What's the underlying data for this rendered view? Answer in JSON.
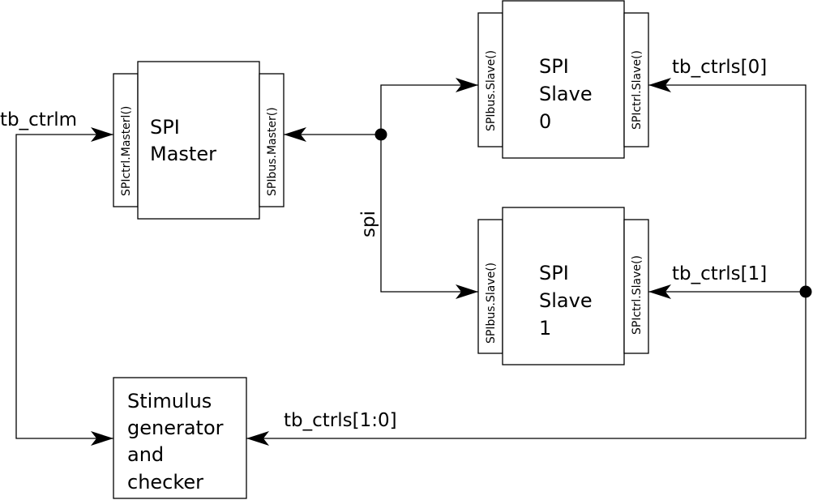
{
  "master": {
    "line1": "SPI",
    "line2": "Master",
    "port_left": "SPIctrl.Masterl()",
    "port_right": "SPIbus.Master()"
  },
  "slave0": {
    "line1": "SPI",
    "line2": "Slave",
    "line3": "0",
    "port_left": "SPIbus.Slave()",
    "port_right": "SPIctrl.Slave()"
  },
  "slave1": {
    "line1": "SPI",
    "line2": "Slave",
    "line3": "1",
    "port_left": "SPIbus.Slave()",
    "port_right": "SPIctrl.Slave()"
  },
  "stimulus": {
    "line1": "Stimulus",
    "line2": "generator",
    "line3": "and",
    "line4": "checker"
  },
  "signals": {
    "tb_ctrlm": "tb_ctrlm",
    "spi": "spi",
    "tb_ctrls0": "tb_ctrls[0]",
    "tb_ctrls1": "tb_ctrls[1]",
    "tb_ctrls_all": "tb_ctrls[1:0]"
  }
}
